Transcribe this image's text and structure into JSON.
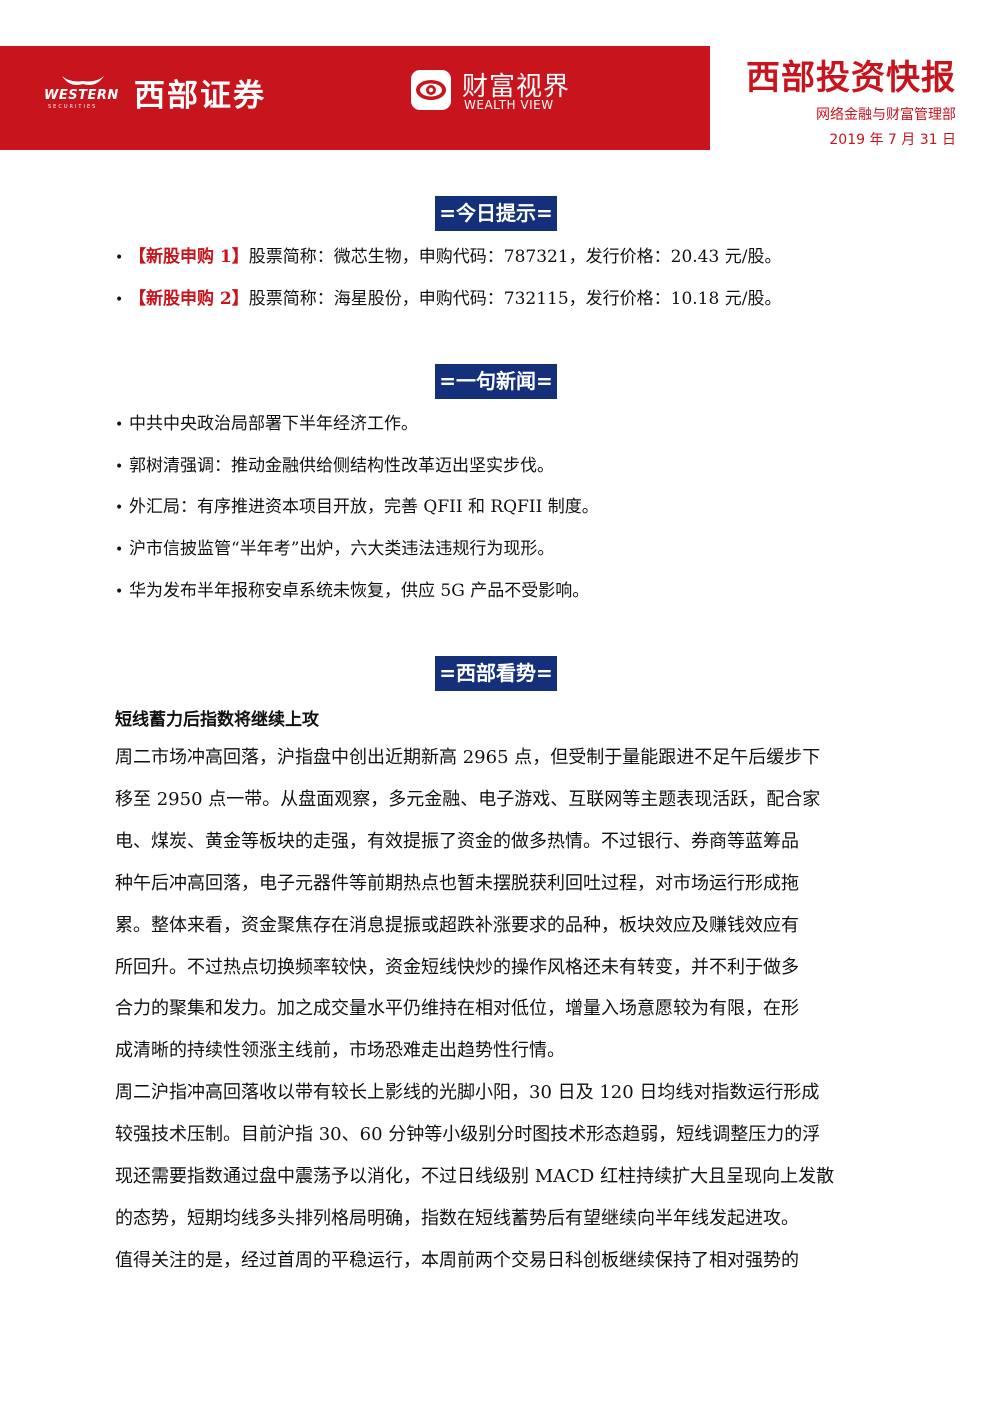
{
  "header": {
    "logo_en": "WESTERN",
    "logo_en_sub": "SECURITIES",
    "company_name": "西部证券",
    "partner_cn": "财富视界",
    "partner_en": "WEALTH VIEW",
    "report_title": "西部投资快报",
    "department": "网络金融与财富管理部",
    "date": "2019 年 7 月 31 日",
    "brand_color": "#c8141c",
    "section_color": "#14307a"
  },
  "tips": {
    "heading": "=今日提示=",
    "items": [
      {
        "tag": "【新股申购 1】",
        "text": "股票简称：微芯生物，申购代码：787321，发行价格：20.43 元/股。"
      },
      {
        "tag": "【新股申购 2】",
        "text": "股票简称：海星股份，申购代码：732115，发行价格：10.18 元/股。"
      }
    ]
  },
  "news": {
    "heading": "=一句新闻=",
    "items": [
      "中共中央政治局部署下半年经济工作。",
      "郭树清强调：推动金融供给侧结构性改革迈出坚实步伐。",
      "外汇局：有序推进资本项目开放，完善 QFII 和 RQFII 制度。",
      "沪市信披监管“半年考”出炉，六大类违法违规行为现形。",
      "华为发布半年报称安卓系统未恢复，供应 5G 产品不受影响。"
    ]
  },
  "outlook": {
    "heading": "=西部看势=",
    "subtitle": "短线蓄力后指数将继续上攻",
    "para1": [
      "周二市场冲高回落，沪指盘中创出近期新高 2965 点，但受制于量能跟进不足午后缓步下",
      "移至 2950 点一带。从盘面观察，多元金融、电子游戏、互联网等主题表现活跃，配合家",
      "电、煤炭、黄金等板块的走强，有效提振了资金的做多热情。不过银行、券商等蓝筹品",
      "种午后冲高回落，电子元器件等前期热点也暂未摆脱获利回吐过程，对市场运行形成拖",
      "累。整体来看，资金聚焦存在消息提振或超跌补涨要求的品种，板块效应及赚钱效应有",
      "所回升。不过热点切换频率较快，资金短线快炒的操作风格还未有转变，并不利于做多",
      "合力的聚集和发力。加之成交量水平仍维持在相对低位，增量入场意愿较为有限，在形",
      "成清晰的持续性领涨主线前，市场恐难走出趋势性行情。"
    ],
    "para2": [
      "周二沪指冲高回落收以带有较长上影线的光脚小阳，30 日及 120 日均线对指数运行形成",
      "较强技术压制。目前沪指 30、60 分钟等小级别分时图技术形态趋弱，短线调整压力的浮",
      "现还需要指数通过盘中震荡予以消化，不过日线级别 MACD 红柱持续扩大且呈现向上发散",
      "的态势，短期均线多头排列格局明确，指数在短线蓄势后有望继续向半年线发起进攻。"
    ],
    "para3": [
      "值得关注的是，经过首周的平稳运行，本周前两个交易日科创板继续保持了相对强势的"
    ]
  }
}
